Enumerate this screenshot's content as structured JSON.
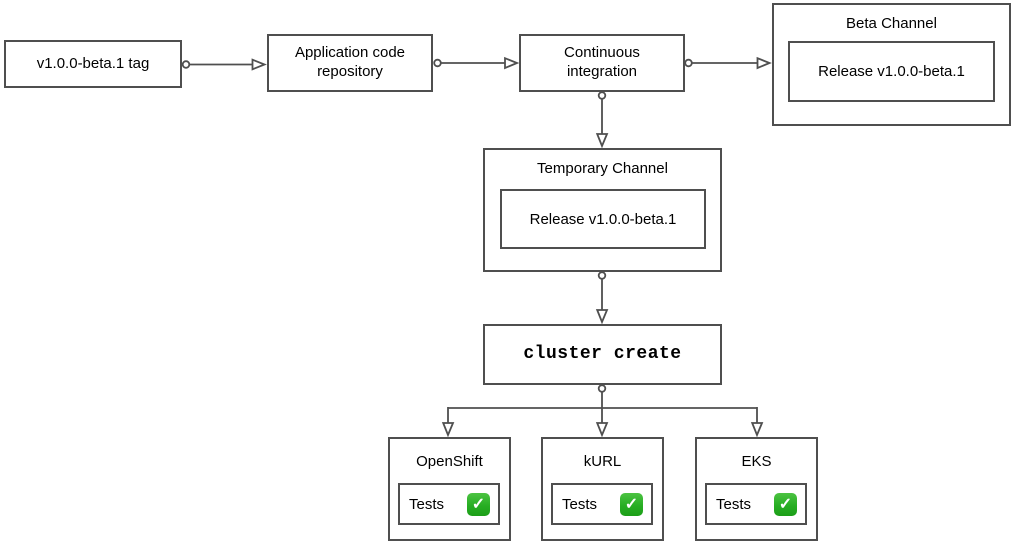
{
  "diagram": {
    "stroke_color": "#4f4f4f",
    "check_glyph": "✓",
    "check_color": "#2db32a",
    "nodes": {
      "tag": {
        "label": "v1.0.0-beta.1 tag"
      },
      "repo": {
        "label": "Application code repository"
      },
      "ci": {
        "label": "Continuous integration"
      },
      "beta_channel": {
        "title": "Beta Channel",
        "release_label": "Release v1.0.0-beta.1"
      },
      "temporary_channel": {
        "title": "Temporary Channel",
        "release_label": "Release v1.0.0-beta.1"
      },
      "cluster_create": {
        "label": "cluster create"
      }
    },
    "clusters": [
      {
        "title": "OpenShift",
        "tests_label": "Tests",
        "status_icon": "check-mark-button"
      },
      {
        "title": "kURL",
        "tests_label": "Tests",
        "status_icon": "check-mark-button"
      },
      {
        "title": "EKS",
        "tests_label": "Tests",
        "status_icon": "check-mark-button"
      }
    ]
  }
}
